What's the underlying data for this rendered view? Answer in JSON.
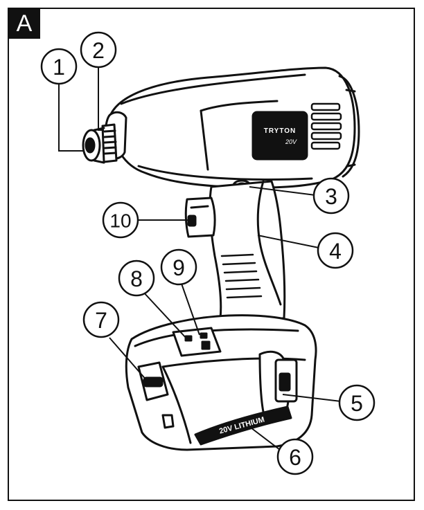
{
  "panel": {
    "label": "A"
  },
  "brand": {
    "name": "TRYTON",
    "voltage": "20V"
  },
  "battery": {
    "text": "20V LITHIUM"
  },
  "callouts": [
    "1",
    "2",
    "3",
    "4",
    "5",
    "6",
    "7",
    "8",
    "9",
    "10"
  ]
}
